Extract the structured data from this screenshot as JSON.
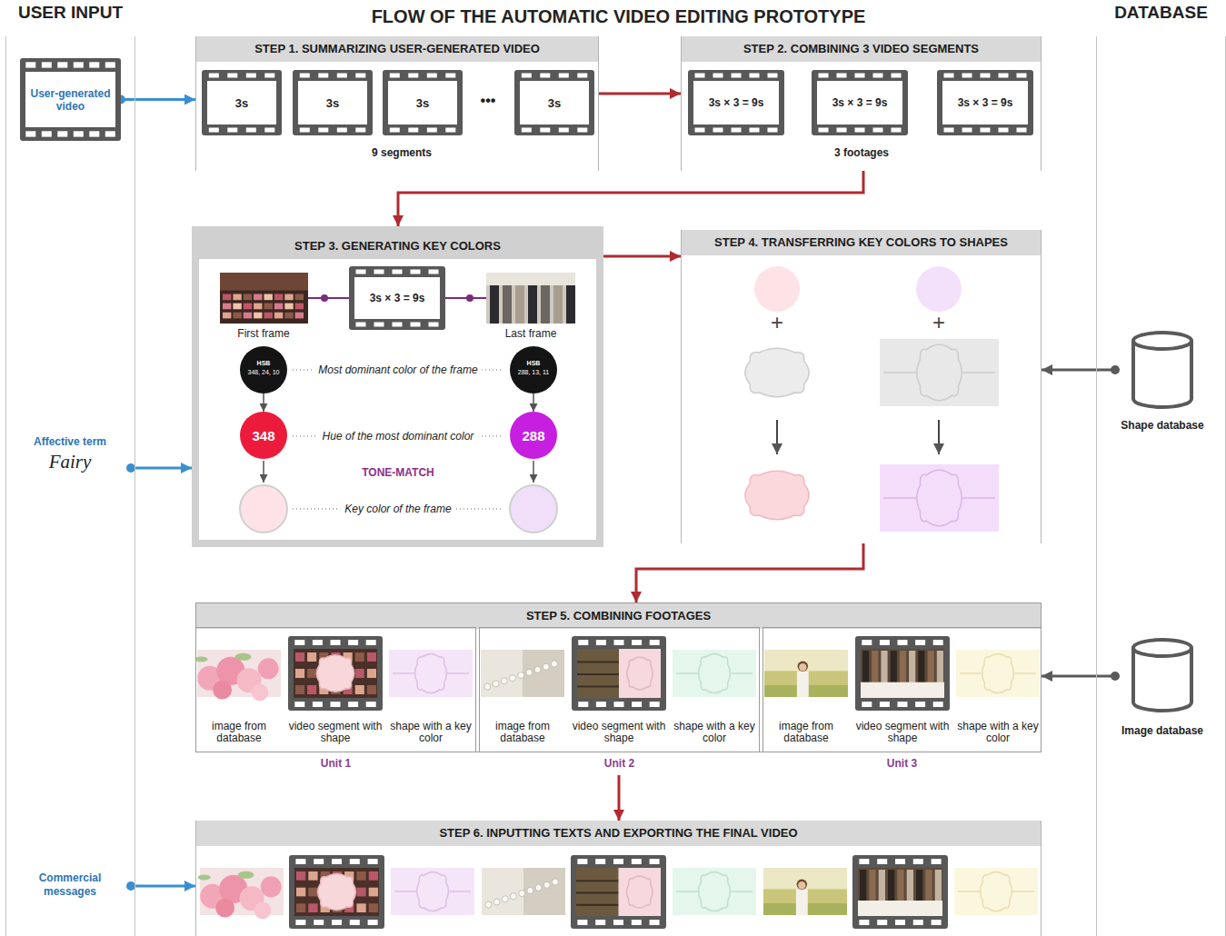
{
  "diagram": {
    "title": "FLOW OF THE AUTOMATIC VIDEO EDITING PROTOTYPE",
    "nodes": [
      {
        "text": [
          "USER INPUT"
        ]
      },
      {
        "text": [
          "User-generated video"
        ],
        "in": 0
      },
      {
        "text": [
          "Affective term",
          "Fairy"
        ],
        "in": 0
      },
      {
        "text": [
          "Commercial messages"
        ],
        "in": 0
      },
      {
        "text": [
          "DATABASE"
        ]
      },
      {
        "text": [
          "Shape database"
        ],
        "in": 4
      },
      {
        "text": [
          "Image database"
        ],
        "in": 4
      },
      {
        "text": [
          "STEP 1. SUMMARIZING USER-GENERATED VIDEO",
          "•••",
          "9 segments"
        ]
      },
      {
        "text": [
          "3s"
        ],
        "in": 7
      },
      {
        "text": [
          "3s"
        ],
        "in": 7
      },
      {
        "text": [
          "3s"
        ],
        "in": 7
      },
      {
        "text": [
          "3s"
        ],
        "in": 7
      },
      {
        "text": [
          "STEP 2. COMBINING 3 VIDEO SEGMENTS",
          "3 footages"
        ]
      },
      {
        "text": [
          "3s × 3 = 9s"
        ],
        "in": 12
      },
      {
        "text": [
          "3s × 3 = 9s"
        ],
        "in": 12
      },
      {
        "text": [
          "3s × 3 = 9s"
        ],
        "in": 12
      },
      {
        "text": [
          "STEP 3. GENERATING KEY COLORS",
          "First frame",
          "Last frame",
          "Most dominant color of the frame",
          "Hue of the most dominant color",
          "TONE-MATCH",
          "Key color of the frame"
        ]
      },
      {
        "text": [
          "3s × 3 = 9s"
        ],
        "in": 16
      },
      {
        "text": [
          "HSB",
          "348, 24, 10"
        ],
        "in": 16
      },
      {
        "text": [
          "HSB",
          "288, 13, 11"
        ],
        "in": 16
      },
      {
        "text": [
          "348"
        ],
        "in": 16
      },
      {
        "text": [
          "288"
        ],
        "in": 16
      },
      {
        "text": [
          "STEP 4. TRANSFERRING KEY COLORS TO SHAPES",
          "+",
          "+"
        ]
      },
      {
        "text": [
          "STEP 5. COMBINING FOOTAGES"
        ]
      },
      {
        "text": [
          "image from database",
          "video segment with shape",
          "shape with a key color",
          "Unit 1"
        ],
        "in": 23
      },
      {
        "text": [
          "image from database",
          "video segment with shape",
          "shape with a key color",
          "Unit 2"
        ],
        "in": 23
      },
      {
        "text": [
          "image from database",
          "video segment with shape",
          "shape with a key color",
          "Unit 3"
        ],
        "in": 23
      },
      {
        "text": [
          "STEP 6. INPUTTING TEXTS AND EXPORTING THE FINAL VIDEO"
        ]
      }
    ],
    "edges": [
      {
        "from": 1,
        "to": 7,
        "arrow": "to"
      },
      {
        "from": 7,
        "to": 12,
        "arrow": "to"
      },
      {
        "from": 12,
        "to": 16,
        "arrow": "to"
      },
      {
        "from": 16,
        "to": 22,
        "arrow": "to"
      },
      {
        "from": 22,
        "to": 23,
        "arrow": "to"
      },
      {
        "from": 23,
        "to": 27,
        "arrow": "to"
      },
      {
        "from": 2,
        "to": 16,
        "arrow": "to"
      },
      {
        "from": 3,
        "to": 27,
        "arrow": "to"
      },
      {
        "from": 5,
        "to": 22,
        "arrow": "to"
      },
      {
        "from": 6,
        "to": 23,
        "arrow": "to"
      },
      {
        "from": 18,
        "to": 20,
        "arrow": "to"
      },
      {
        "from": 19,
        "to": 21,
        "arrow": "to"
      }
    ]
  }
}
